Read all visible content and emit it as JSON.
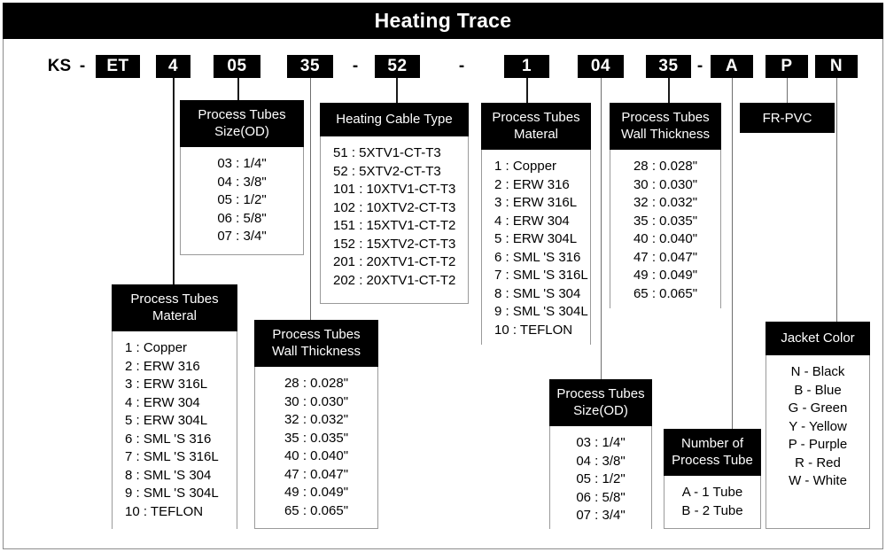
{
  "title": "Heating Trace",
  "code_row": {
    "segments": [
      {
        "text": "KS",
        "type": "plain"
      },
      {
        "text": "-",
        "type": "dash"
      },
      {
        "text": "ET",
        "type": "chip"
      },
      {
        "text": "4",
        "type": "chip"
      },
      {
        "text": "05",
        "type": "chip"
      },
      {
        "text": "35",
        "type": "chip"
      },
      {
        "text": "-",
        "type": "dash"
      },
      {
        "text": "52",
        "type": "chip"
      },
      {
        "text": "-",
        "type": "dash"
      },
      {
        "text": "1",
        "type": "chip"
      },
      {
        "text": "04",
        "type": "chip"
      },
      {
        "text": "35",
        "type": "chip"
      },
      {
        "text": "-",
        "type": "dash"
      },
      {
        "text": "A",
        "type": "chip"
      },
      {
        "text": "P",
        "type": "chip"
      },
      {
        "text": "N",
        "type": "chip"
      }
    ]
  },
  "legends": {
    "size_od_top": {
      "title_line1": "Process Tubes",
      "title_line2": "Size(OD)",
      "items": [
        "03 : 1/4\"",
        "04 : 3/8\"",
        "05 : 1/2\"",
        "06 : 5/8\"",
        "07 : 3/4\""
      ]
    },
    "cable_type": {
      "title_line1": "Heating Cable Type",
      "items": [
        "51 : 5XTV1-CT-T3",
        "52 : 5XTV2-CT-T3",
        "101 : 10XTV1-CT-T3",
        "102 : 10XTV2-CT-T3",
        "151 : 15XTV1-CT-T2",
        "152 : 15XTV2-CT-T3",
        "201 : 20XTV1-CT-T2",
        "202 : 20XTV1-CT-T2"
      ]
    },
    "material_top": {
      "title_line1": "Process Tubes",
      "title_line2": "Materal",
      "items": [
        "1 : Copper",
        "2 : ERW 316",
        "3 : ERW 316L",
        "4 : ERW 304",
        "5 : ERW 304L",
        "6 : SML 'S 316",
        "7 : SML 'S 316L",
        "8 : SML 'S 304",
        "9 : SML 'S 304L",
        "10 : TEFLON"
      ]
    },
    "wall_top": {
      "title_line1": "Process Tubes",
      "title_line2": "Wall Thickness",
      "items": [
        "28 : 0.028\"",
        "30 : 0.030\"",
        "32 : 0.032\"",
        "35 : 0.035\"",
        "40 : 0.040\"",
        "47 : 0.047\"",
        "49 : 0.049\"",
        "65 : 0.065\""
      ]
    },
    "jacket_material": {
      "label": "FR-PVC"
    },
    "material_bottom": {
      "title_line1": "Process Tubes",
      "title_line2": "Materal",
      "items": [
        "1 : Copper",
        "2 : ERW 316",
        "3 : ERW 316L",
        "4 : ERW 304",
        "5 : ERW 304L",
        "6 : SML 'S 316",
        "7 : SML 'S 316L",
        "8 : SML 'S 304",
        "9 : SML 'S 304L",
        "10 : TEFLON"
      ]
    },
    "wall_bottom": {
      "title_line1": "Process Tubes",
      "title_line2": "Wall Thickness",
      "items": [
        "28 : 0.028\"",
        "30 : 0.030\"",
        "32 : 0.032\"",
        "35 : 0.035\"",
        "40 : 0.040\"",
        "47 : 0.047\"",
        "49 : 0.049\"",
        "65 : 0.065\""
      ]
    },
    "size_od_bottom": {
      "title_line1": "Process Tubes",
      "title_line2": "Size(OD)",
      "items": [
        "03 : 1/4\"",
        "04 : 3/8\"",
        "05 : 1/2\"",
        "06 : 5/8\"",
        "07 : 3/4\""
      ]
    },
    "tube_count": {
      "title_line1": "Number of",
      "title_line2": "Process Tube",
      "items": [
        "A - 1 Tube",
        "B - 2 Tube"
      ]
    },
    "jacket_color": {
      "title_line1": "Jacket Color",
      "items": [
        "N - Black",
        "B - Blue",
        "G - Green",
        "Y - Yellow",
        "P - Purple",
        "R - Red",
        "W - White"
      ]
    }
  },
  "colors": {
    "banner_bg": "#000000",
    "banner_fg": "#ffffff",
    "frame_border": "#8c8c8c",
    "legend_border": "#9a9a9a",
    "connector": "#6f6f6f"
  }
}
